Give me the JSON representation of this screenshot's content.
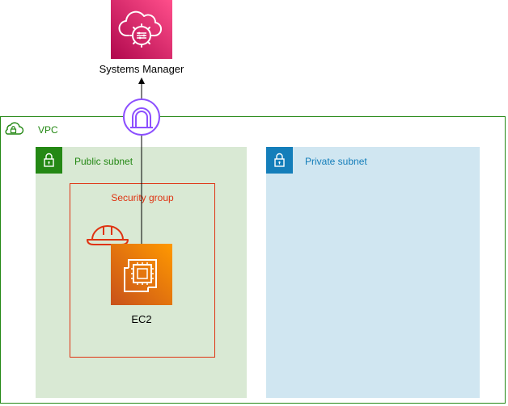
{
  "systems_manager": {
    "label": "Systems Manager"
  },
  "vpc": {
    "label": "VPC"
  },
  "public_subnet": {
    "label": "Public subnet"
  },
  "private_subnet": {
    "label": "Private subnet"
  },
  "security_group": {
    "label": "Security group"
  },
  "ec2": {
    "label": "EC2"
  },
  "colors": {
    "vpc": "#248814",
    "public_subnet_fill": "#d9e9d4",
    "private_subnet_fill": "#d0e6f1",
    "private_accent": "#147eba",
    "security_group": "#df3312",
    "vpc_endpoint": "#8c4fff",
    "ssm_gradient": [
      "#b0084d",
      "#ff4f8b"
    ],
    "ec2_gradient": [
      "#c8511b",
      "#ff9900"
    ]
  },
  "icons": {
    "systems_manager": "systems-manager-icon",
    "ec2": "ec2-instance-icon",
    "vpc": "vpc-cloud-lock-icon",
    "subnet": "padlock-icon",
    "endpoint": "vpc-endpoint-icon",
    "security": "hard-hat-icon"
  }
}
